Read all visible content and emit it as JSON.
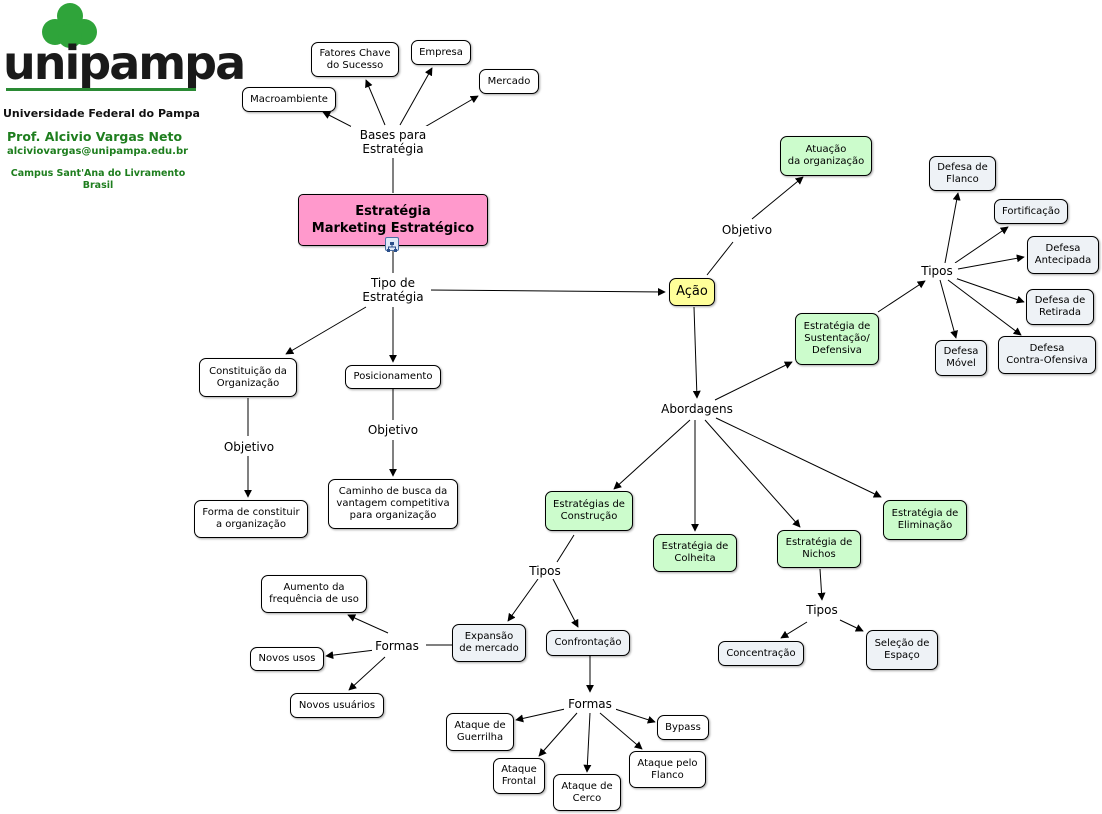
{
  "header": {
    "logo_text": "unipampa",
    "university": "Universidade Federal do Pampa",
    "professor": "Prof. Alcivio Vargas Neto",
    "email": "alciviovargas@unipampa.edu.br",
    "campus": "Campus Sant'Ana do Livramento\nBrasil"
  },
  "map": {
    "main": "Estratégia\nMarketing Estratégico",
    "bases": "Bases para\nEstratégia",
    "macroambiente": "Macroambiente",
    "fatores": "Fatores Chave\ndo Sucesso",
    "empresa": "Empresa",
    "mercado": "Mercado",
    "tipo_estrategia": "Tipo de\nEstratégia",
    "acao": "Ação",
    "objetivo_acao": "Objetivo",
    "atuacao": "Atuação\nda organização",
    "constituicao": "Constituição da\nOrganização",
    "objetivo_const": "Objetivo",
    "forma_constituir": "Forma de constituir\na organização",
    "posicionamento": "Posicionamento",
    "objetivo_pos": "Objetivo",
    "caminho": "Caminho de busca da\nvantagem competitiva\npara organização",
    "abordagens": "Abordagens",
    "sustentacao": "Estratégia de\nSustentação/\nDefensiva",
    "tipos_def": "Tipos",
    "defesa_flanco": "Defesa de\nFlanco",
    "fortificacao": "Fortificação",
    "defesa_antecipada": "Defesa\nAntecipada",
    "defesa_retirada": "Defesa de\nRetirada",
    "defesa_contra": "Defesa\nContra-Ofensiva",
    "defesa_movel": "Defesa\nMóvel",
    "construcao": "Estratégias de\nConstrução",
    "colheita": "Estratégia de\nColheita",
    "nichos": "Estratégia de\nNichos",
    "eliminacao": "Estratégia de\nEliminação",
    "tipos_const": "Tipos",
    "expansao": "Expansão\nde mercado",
    "confrontacao": "Confrontação",
    "formas_exp": "Formas",
    "aumento": "Aumento da\nfrequência de uso",
    "novos_usos": "Novos usos",
    "novos_usuarios": "Novos usuários",
    "formas_conf": "Formas",
    "guerrilha": "Ataque de\nGuerrilha",
    "frontal": "Ataque\nFrontal",
    "cerco": "Ataque de\nCerco",
    "flanco": "Ataque pelo\nFlanco",
    "bypass": "Bypass",
    "tipos_nichos": "Tipos",
    "concentracao": "Concentração",
    "selecao": "Seleção de\nEspaço"
  }
}
